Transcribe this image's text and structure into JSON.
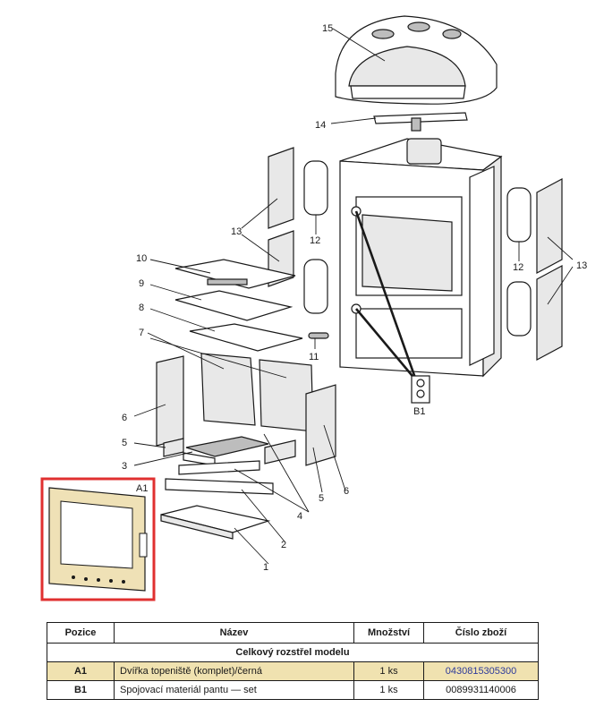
{
  "diagram": {
    "callouts": [
      "1",
      "2",
      "3",
      "4",
      "5",
      "5",
      "6",
      "6",
      "7",
      "8",
      "9",
      "10",
      "11",
      "12",
      "12",
      "13",
      "13",
      "14",
      "15",
      "A1",
      "B1"
    ],
    "highlight_color": "#e03030",
    "door_fill_color": "#efe1b6"
  },
  "table": {
    "headers": [
      "Pozice",
      "Název",
      "Množství",
      "Číslo zboží"
    ],
    "section_title": "Celkový rozstřel modelu",
    "rows": [
      {
        "pos": "A1",
        "name": "Dvířka topeniště (komplet)/černá",
        "qty": "1 ks",
        "part_no": "0430815305300",
        "highlight": true
      },
      {
        "pos": "B1",
        "name": "Spojovací materiál pantu — set",
        "qty": "1 ks",
        "part_no": "0089931140006",
        "highlight": false
      }
    ]
  }
}
